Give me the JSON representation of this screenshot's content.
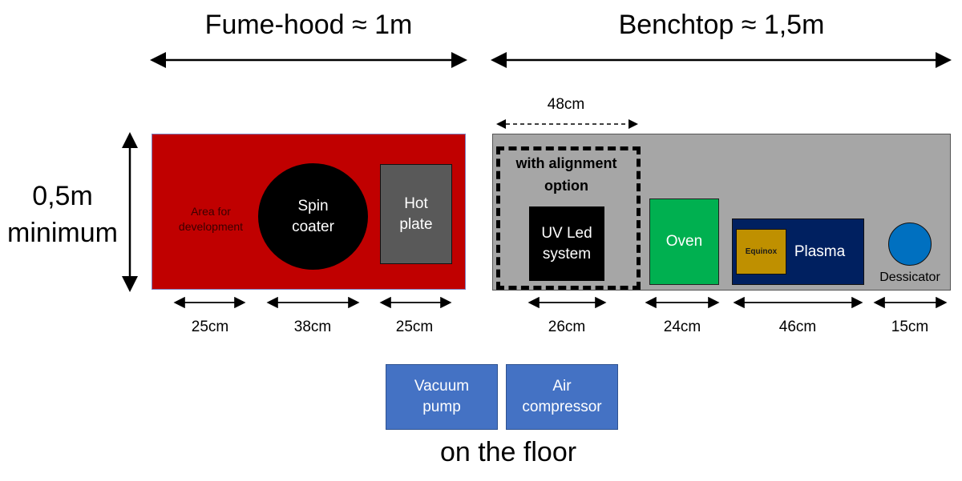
{
  "titles": {
    "fume_hood": "Fume-hood ≈ 1m",
    "benchtop": "Benchtop ≈ 1,5m"
  },
  "depth": {
    "line1": "0,5m",
    "line2": "minimum"
  },
  "fume_hood": {
    "area": {
      "line1": "Area for",
      "line2": "development"
    },
    "spin_coater": {
      "line1": "Spin",
      "line2": "coater"
    },
    "hot_plate": {
      "line1": "Hot",
      "line2": "plate"
    },
    "widths": [
      "25cm",
      "38cm",
      "25cm"
    ]
  },
  "benchtop": {
    "alignment_width": "48cm",
    "alignment": {
      "line1": "with alignment",
      "line2": "option"
    },
    "uv_led": {
      "line1": "UV Led",
      "line2": "system"
    },
    "oven": "Oven",
    "plasma": "Plasma",
    "equinox": "Equinox",
    "dessicator": "Dessicator",
    "widths": [
      "26cm",
      "24cm",
      "46cm",
      "15cm"
    ]
  },
  "floor": {
    "vacuum": {
      "line1": "Vacuum",
      "line2": "pump"
    },
    "air": {
      "line1": "Air",
      "line2": "compressor"
    },
    "label": "on the floor"
  },
  "colors": {
    "fume": "#c00000",
    "bench": "#a6a6a6",
    "hot": "#595959",
    "oven": "#00b050",
    "plasma": "#002060",
    "equinox": "#bf9000",
    "dessicator": "#0070c0",
    "floor": "#4472c4"
  }
}
